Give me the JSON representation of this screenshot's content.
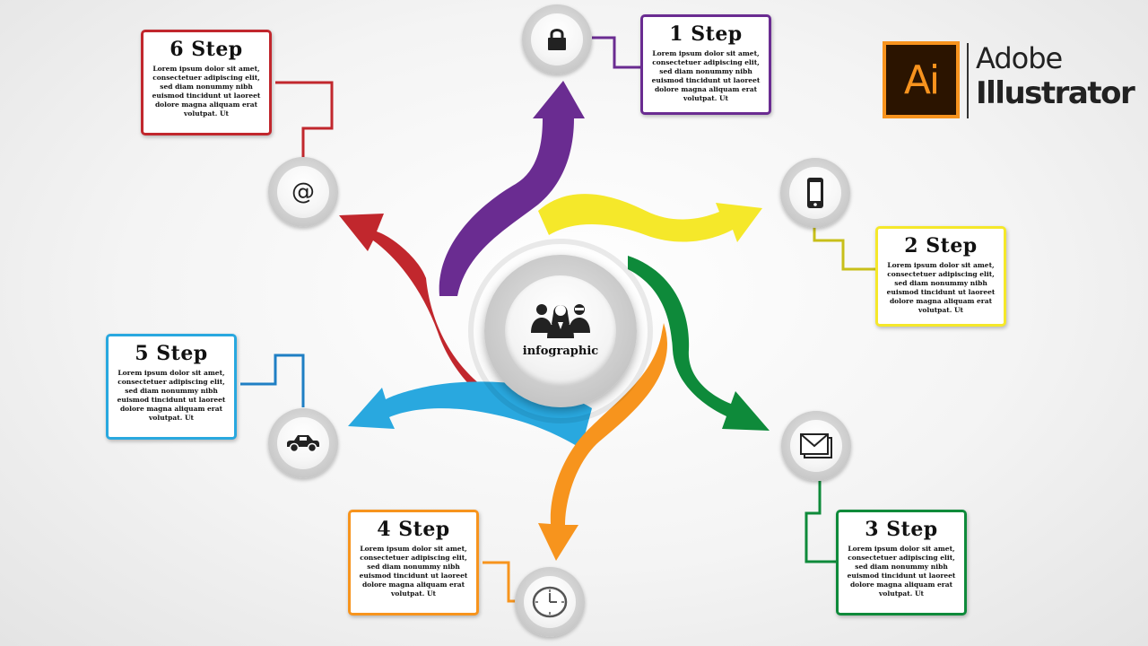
{
  "center": {
    "label": "infographic"
  },
  "brand": {
    "logo": "Ai",
    "name": "Adobe",
    "product": "Illustrator",
    "logo_color": "#f7931e",
    "logo_bg": "#2b1400"
  },
  "steps": [
    {
      "title": "1 Step",
      "color": "#6a2c91",
      "icon": "lock-icon",
      "body": "Lorem ipsum dolor sit amet, consectetuer adipiscing elit, sed diam nonummy nibh euismod tincidunt ut laoreet dolore magna aliquam erat volutpat. Ut"
    },
    {
      "title": "2 Step",
      "color": "#f5e82a",
      "icon": "smartphone-icon",
      "body": "Lorem ipsum dolor sit amet, consectetuer adipiscing elit, sed diam nonummy nibh euismod tincidunt ut laoreet dolore magna aliquam erat volutpat. Ut"
    },
    {
      "title": "3 Step",
      "color": "#0e8a3a",
      "icon": "mail-icon",
      "body": "Lorem ipsum dolor sit amet, consectetuer adipiscing elit, sed diam nonummy nibh euismod tincidunt ut laoreet dolore magna aliquam erat volutpat. Ut"
    },
    {
      "title": "4 Step",
      "color": "#f7941d",
      "icon": "clock-icon",
      "body": "Lorem ipsum dolor sit amet, consectetuer adipiscing elit, sed diam nonummy nibh euismod tincidunt ut laoreet dolore magna aliquam erat volutpat. Ut"
    },
    {
      "title": "5 Step",
      "color": "#29a8df",
      "icon": "car-icon",
      "body": "Lorem ipsum dolor sit amet, consectetuer adipiscing elit, sed diam nonummy nibh euismod tincidunt ut laoreet dolore magna aliquam erat volutpat. Ut"
    },
    {
      "title": "6 Step",
      "color": "#c1272d",
      "icon": "at-sign-icon",
      "body": "Lorem ipsum dolor sit amet, consectetuer adipiscing elit, sed diam nonummy nibh euismod tincidunt ut laoreet dolore magna aliquam erat volutpat. Ut"
    }
  ]
}
